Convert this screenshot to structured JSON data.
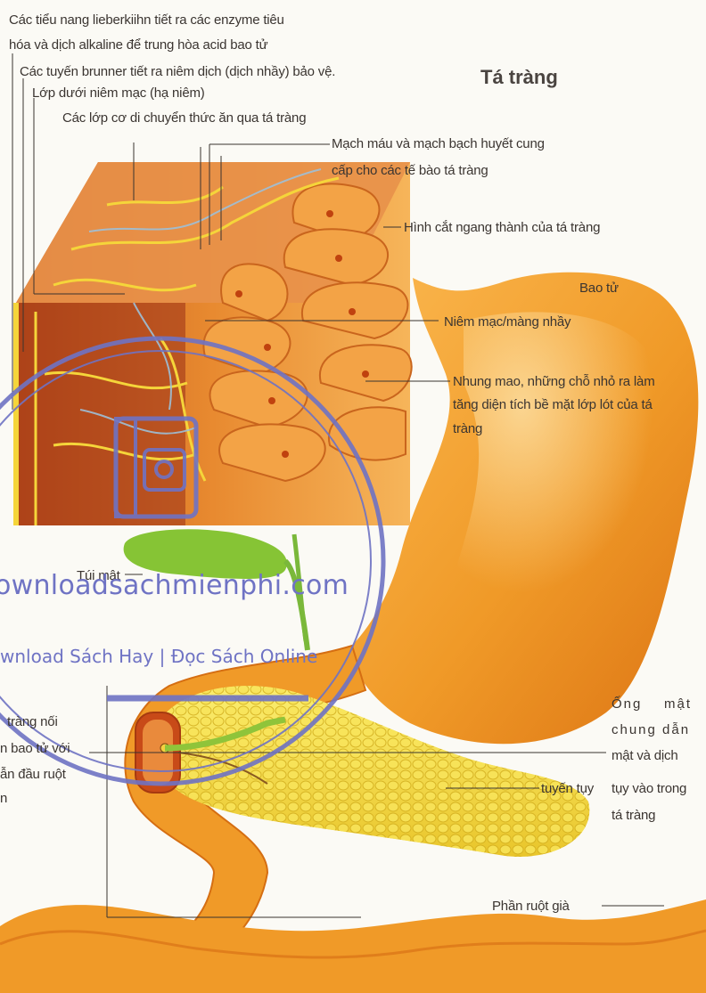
{
  "title": "Tá tràng",
  "labels": {
    "lieberkuhn_1": "Các tiểu nang lieberkiihn tiết ra các enzyme tiêu",
    "lieberkuhn_2": "hóa và dịch alkaline để trung hòa acid bao tử",
    "brunner": "Các tuyến brunner tiết ra niêm dịch (dịch nhầy) bảo vệ.",
    "submucosa": "Lớp dưới niêm mạc (hạ niêm)",
    "muscle": "Các lớp cơ di chuyển thức ăn qua tá tràng",
    "vessels_1": "Mạch máu và mạch bạch huyết cung",
    "vessels_2": "cấp cho các tế bào tá tràng",
    "cross_section": "Hình cắt ngang thành của tá tràng",
    "stomach": "Bao tử",
    "mucosa": "Niêm mạc/màng nhầy",
    "villi_1": "Nhung mao, những chỗ nhỏ ra làm",
    "villi_2": "tăng diện tích bề mặt lớp lót của tá",
    "villi_3": "tràng",
    "gallbladder": "Túi mật",
    "duodenum_1": "tràng nối",
    "duodenum_2": "n bao tử với",
    "duodenum_3": "ẫn đầu ruột",
    "duodenum_4": "n",
    "bile_duct_1": "Ống    mật",
    "bile_duct_2": "chung dẫn",
    "bile_duct_3": "mật và dịch",
    "bile_duct_4": "tụy vào trong",
    "bile_duct_5": "tá tràng",
    "pancreas": "tuyến tụy",
    "large_intestine": "Phần ruột già"
  },
  "watermark": {
    "site": "ownloadsachmienphi.com",
    "tagline": "wnload Sách Hay | Đọc Sách Online"
  },
  "colors": {
    "organ": "#f2a12a",
    "organ_dark": "#d96a10",
    "pancreas": "#f7e44a",
    "gallbladder": "#7fc234",
    "watermark": "#6f73c4"
  }
}
